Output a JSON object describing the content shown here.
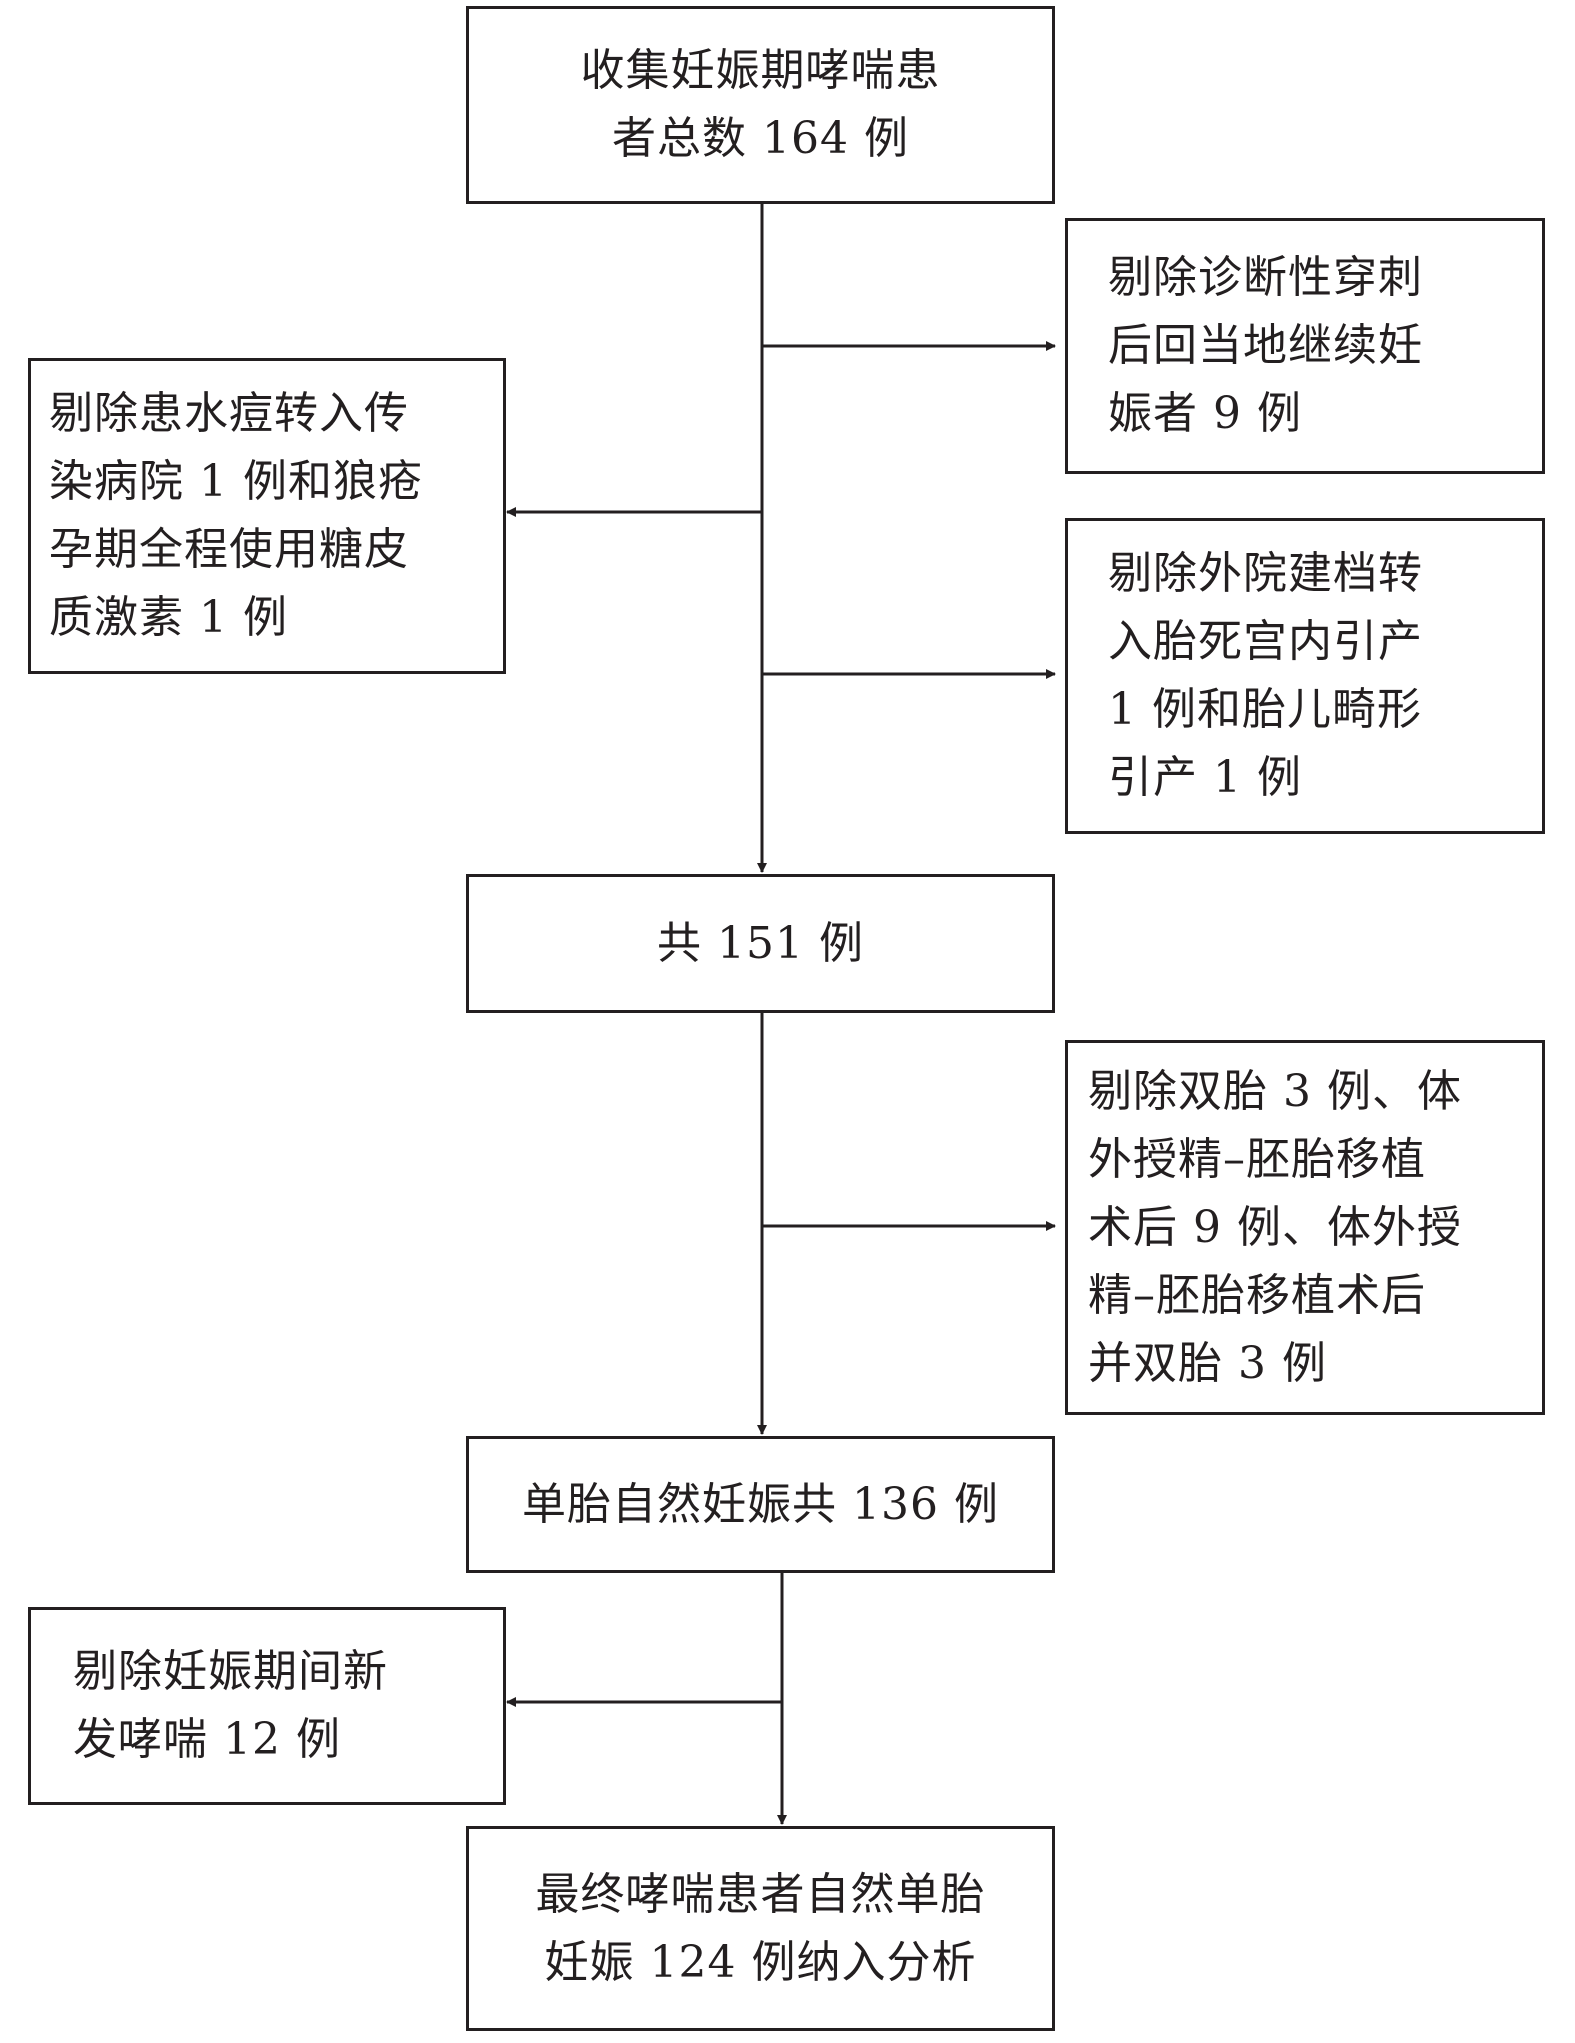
{
  "flow": {
    "start": "收集妊娠期哮喘患\n者总数 164 例",
    "total_151": "共 151 例",
    "singleton_136": "单胎自然妊娠共 136 例",
    "final": "最终哮喘患者自然单胎\n妊娠 124 例纳入分析"
  },
  "exclusions": {
    "puncture_return": "剔除诊断性穿刺\n后回当地继续妊\n娠者 9 例",
    "varicella_lupus": "剔除患水痘转入传\n染病院 1 例和狼疮\n孕期全程使用糖皮\n质激素 1 例",
    "external_transfer": "剔除外院建档转\n入胎死宫内引产\n1 例和胎儿畸形\n引产 1 例",
    "twins_ivf": "剔除双胎 3 例、体\n外授精–胚胎移植\n术后 9 例、体外授\n精–胚胎移植术后\n并双胎 3 例",
    "new_onset": "剔除妊娠期间新\n发哮喘 12 例"
  },
  "colors": {
    "line": "#231f20",
    "background": "#ffffff"
  }
}
